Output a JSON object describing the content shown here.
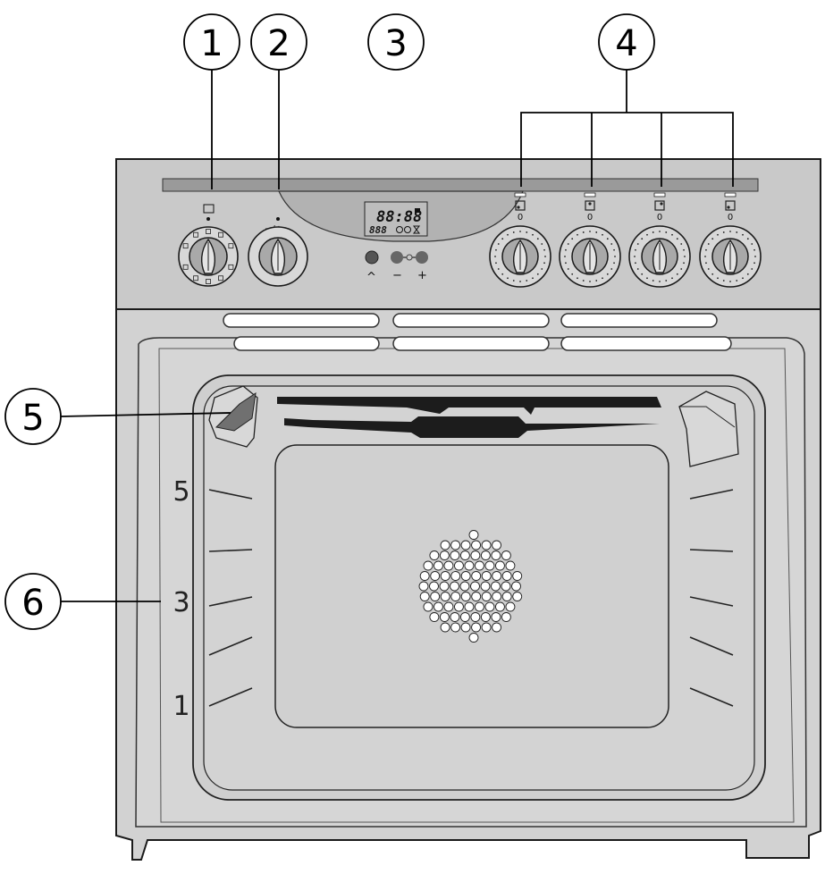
{
  "diagram": {
    "callouts": [
      {
        "id": "c1",
        "label": "1"
      },
      {
        "id": "c2",
        "label": "2"
      },
      {
        "id": "c3",
        "label": "3"
      },
      {
        "id": "c4",
        "label": "4"
      },
      {
        "id": "c5",
        "label": "5"
      },
      {
        "id": "c6",
        "label": "6"
      }
    ],
    "shelf_levels": [
      "5",
      "3",
      "1"
    ],
    "display": {
      "main": "88:88",
      "sub": "888"
    },
    "controls": {
      "arrow_symbol": "^",
      "minus_symbol": "−",
      "plus_symbol": "+",
      "knob2_symbol": "−/+"
    },
    "hob_knob_zero": "0",
    "colors": {
      "panel": "#c9c9c9",
      "body": "#d2d2d2",
      "outline": "#1a1a1a",
      "slot": "#3a3a3a"
    }
  }
}
